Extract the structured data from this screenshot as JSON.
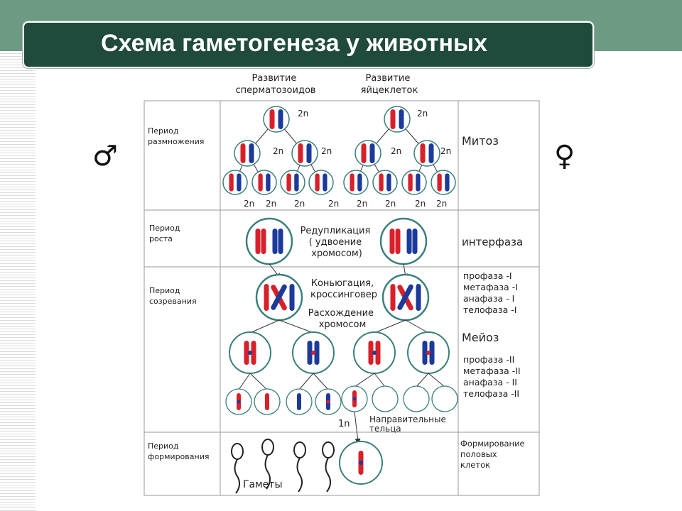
{
  "title": "Схема гаметогенеза у животных",
  "male_symbol": "♂",
  "female_symbol": "♀",
  "columns": {
    "sperm": [
      "Развитие",
      "сперматозоидов"
    ],
    "egg": [
      "Развитие",
      "яйцеклеток"
    ]
  },
  "periods": {
    "reproduction": [
      "Период",
      "размножения"
    ],
    "growth": [
      "Период",
      "роста"
    ],
    "maturation": [
      "Период",
      "созревания"
    ],
    "formation": [
      "Период",
      "формирования"
    ]
  },
  "labels": {
    "diploid": "2n",
    "haploid": "1n",
    "reduplication": [
      "Редупликация",
      "( удвоение",
      "хромосом)"
    ],
    "conjugation": [
      "Коньюгация,",
      "кроссинговер"
    ],
    "divergence": [
      "Расхождение",
      "хромосом"
    ],
    "polar_bodies": [
      "Направительные",
      "тельца"
    ],
    "gametes": "Гаметы"
  },
  "phases": {
    "mitosis": "Митоз",
    "interphase": "интерфаза",
    "meiosis1": [
      "профаза -I",
      "метафаза -I",
      "анафаза - I",
      "телофаза -I"
    ],
    "meiosis": "Мейоз",
    "meiosis2": [
      "профаза -II",
      "метафаза -II",
      "анафаза - II",
      "телофаза -II"
    ],
    "formation": [
      "Формирование",
      "половых",
      "клеток"
    ]
  },
  "colors": {
    "red": "#d8202a",
    "blue": "#1c3a9a",
    "ring": "#3a7f7a",
    "band": "#6d9a82",
    "title_bg": "#1f4a3c"
  }
}
